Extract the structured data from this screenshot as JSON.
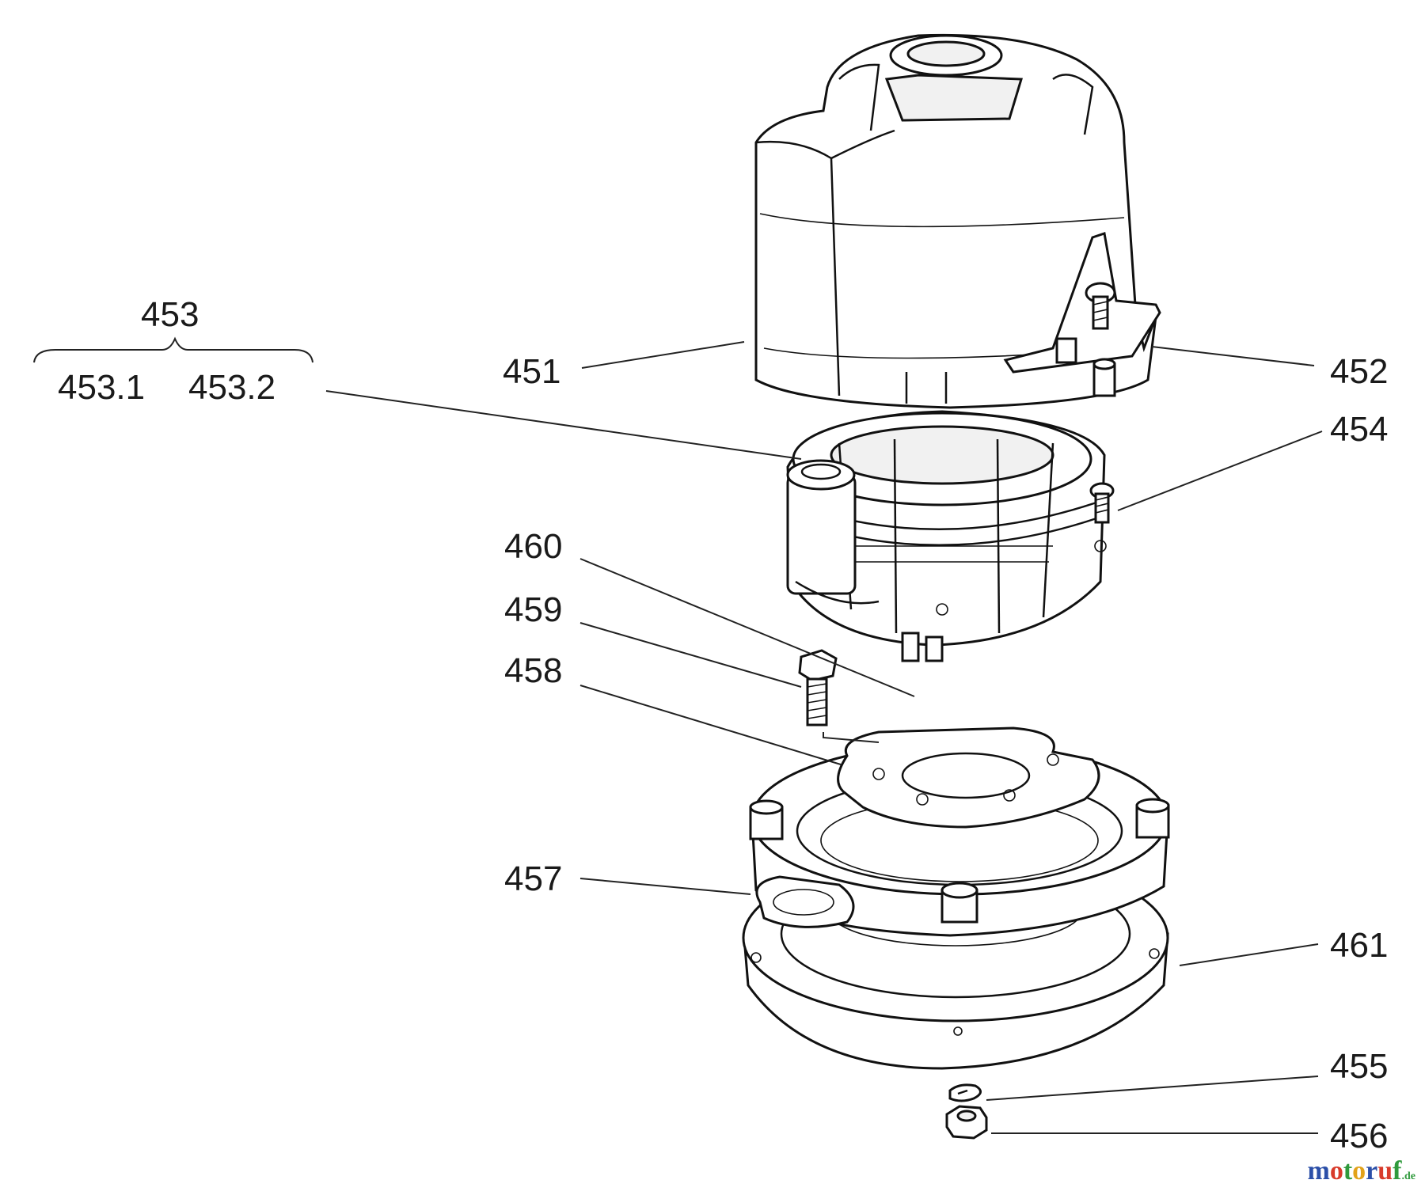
{
  "diagram": {
    "part_labels": [
      {
        "id": "451",
        "text": "451"
      },
      {
        "id": "452",
        "text": "452"
      },
      {
        "id": "453",
        "text": "453"
      },
      {
        "id": "453_1",
        "text": "453.1"
      },
      {
        "id": "453_2",
        "text": "453.2"
      },
      {
        "id": "454",
        "text": "454"
      },
      {
        "id": "455",
        "text": "455"
      },
      {
        "id": "456",
        "text": "456"
      },
      {
        "id": "457",
        "text": "457"
      },
      {
        "id": "458",
        "text": "458"
      },
      {
        "id": "459",
        "text": "459"
      },
      {
        "id": "460",
        "text": "460"
      },
      {
        "id": "461",
        "text": "461"
      }
    ]
  },
  "watermark": {
    "text": "motoruf",
    "suffix": ".de",
    "colors": [
      "#2b4fa8",
      "#d83a2a",
      "#2f9a3c",
      "#e2a21a",
      "#2b4fa8",
      "#d83a2a",
      "#2f9a3c"
    ]
  }
}
